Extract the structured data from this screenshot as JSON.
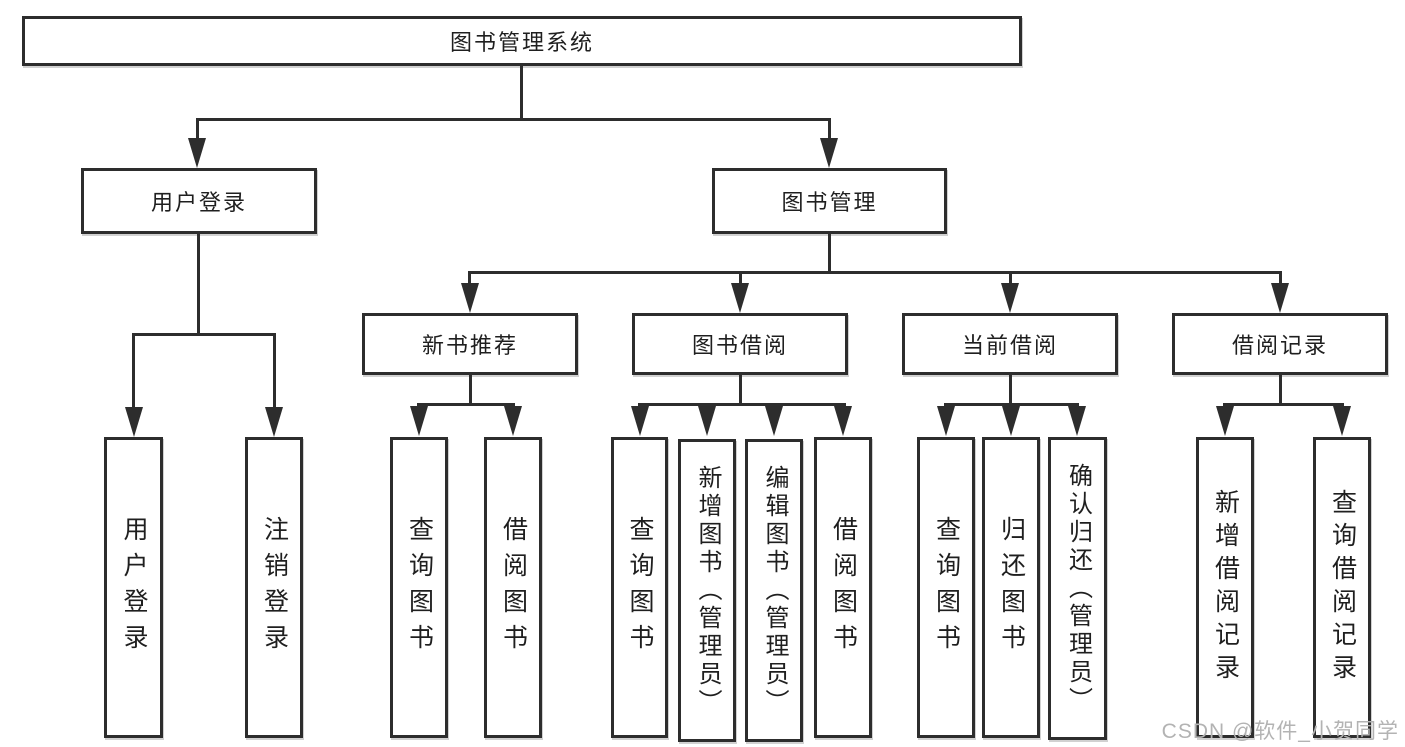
{
  "tree": {
    "label": "图书管理系统",
    "children": [
      {
        "label": "用户登录",
        "children": [
          {
            "label": "用户登录"
          },
          {
            "label": "注销登录"
          }
        ]
      },
      {
        "label": "图书管理",
        "children": [
          {
            "label": "新书推荐",
            "children": [
              {
                "label": "查询图书"
              },
              {
                "label": "借阅图书"
              }
            ]
          },
          {
            "label": "图书借阅",
            "children": [
              {
                "label": "查询图书"
              },
              {
                "label": "新增图书（管理员）"
              },
              {
                "label": "编辑图书（管理员）"
              },
              {
                "label": "借阅图书"
              }
            ]
          },
          {
            "label": "当前借阅",
            "children": [
              {
                "label": "查询图书"
              },
              {
                "label": "归还图书"
              },
              {
                "label": "确认归还（管理员）"
              }
            ]
          },
          {
            "label": "借阅记录",
            "children": [
              {
                "label": "新增借阅记录"
              },
              {
                "label": "查询借阅记录"
              }
            ]
          }
        ]
      }
    ]
  },
  "watermark": "CSDN @软件_小贺同学",
  "colors": {
    "line": "#2d2d2d",
    "box_border": "#2d2d2d",
    "text": "#1f1f1f",
    "watermark": "#b3b3b3",
    "background": "#ffffff"
  }
}
